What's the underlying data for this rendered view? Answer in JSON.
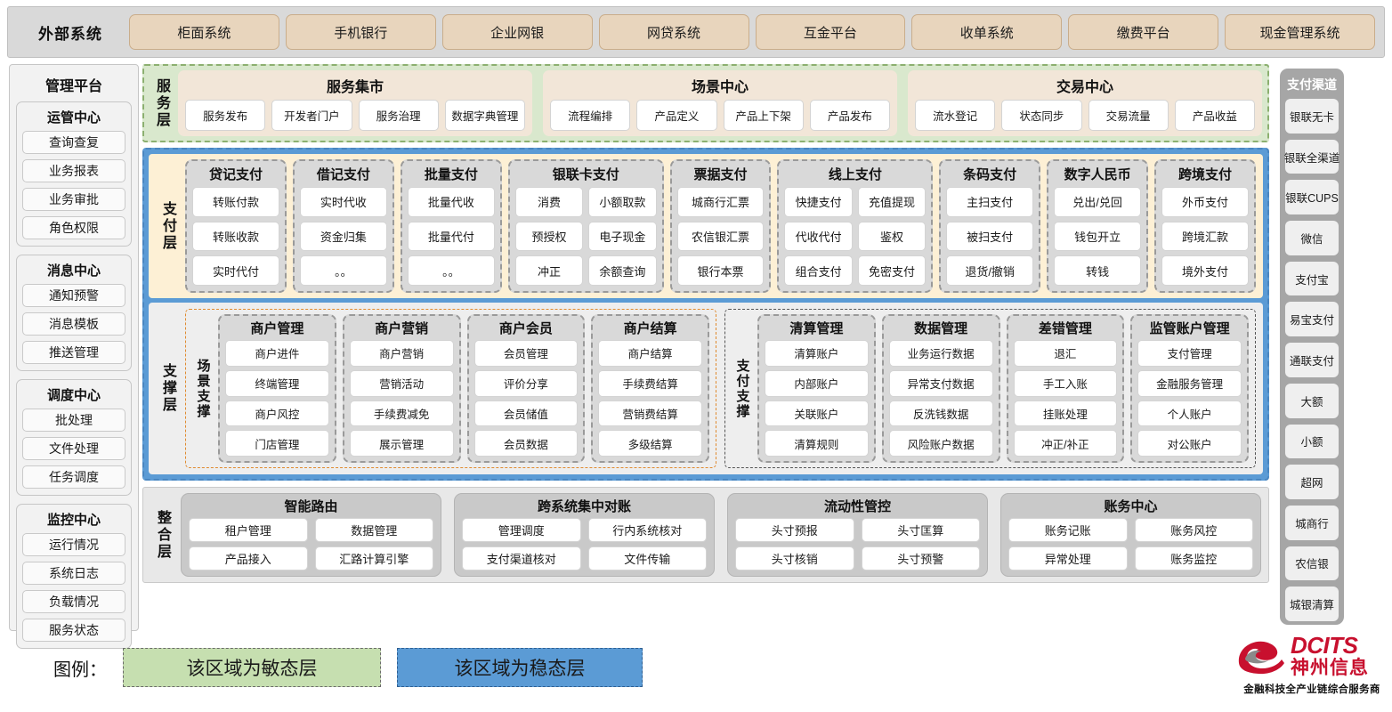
{
  "external": {
    "title": "外部系统",
    "items": [
      "柜面系统",
      "手机银行",
      "企业网银",
      "网贷系统",
      "互金平台",
      "收单系统",
      "缴费平台",
      "现金管理系统"
    ]
  },
  "management": {
    "title": "管理平台",
    "groups": [
      {
        "title": "运管中心",
        "items": [
          "查询查复",
          "业务报表",
          "业务审批",
          "角色权限"
        ]
      },
      {
        "title": "消息中心",
        "items": [
          "通知预警",
          "消息模板",
          "推送管理"
        ]
      },
      {
        "title": "调度中心",
        "items": [
          "批处理",
          "文件处理",
          "任务调度"
        ]
      },
      {
        "title": "监控中心",
        "items": [
          "运行情况",
          "系统日志",
          "负载情况",
          "服务状态"
        ]
      }
    ]
  },
  "service_layer": {
    "label": "服务层",
    "groups": [
      {
        "title": "服务集市",
        "items": [
          "服务发布",
          "开发者门户",
          "服务治理",
          "数据字典管理"
        ]
      },
      {
        "title": "场景中心",
        "items": [
          "流程编排",
          "产品定义",
          "产品上下架",
          "产品发布"
        ]
      },
      {
        "title": "交易中心",
        "items": [
          "流水登记",
          "状态同步",
          "交易流量",
          "产品收益"
        ]
      }
    ]
  },
  "payment_layer": {
    "label": "支付层",
    "groups": [
      {
        "title": "贷记支付",
        "cols": 1,
        "rows": [
          [
            "转账付款"
          ],
          [
            "转账收款"
          ],
          [
            "实时代付"
          ]
        ]
      },
      {
        "title": "借记支付",
        "cols": 1,
        "rows": [
          [
            "实时代收"
          ],
          [
            "资金归集"
          ],
          [
            "。。"
          ]
        ]
      },
      {
        "title": "批量支付",
        "cols": 1,
        "rows": [
          [
            "批量代收"
          ],
          [
            "批量代付"
          ],
          [
            "。。"
          ]
        ]
      },
      {
        "title": "银联卡支付",
        "cols": 2,
        "rows": [
          [
            "消费",
            "小额取款"
          ],
          [
            "预授权",
            "电子现金"
          ],
          [
            "冲正",
            "余额查询"
          ]
        ]
      },
      {
        "title": "票据支付",
        "cols": 1,
        "rows": [
          [
            "城商行汇票"
          ],
          [
            "农信银汇票"
          ],
          [
            "银行本票"
          ]
        ]
      },
      {
        "title": "线上支付",
        "cols": 2,
        "rows": [
          [
            "快捷支付",
            "充值提现"
          ],
          [
            "代收代付",
            "鉴权"
          ],
          [
            "组合支付",
            "免密支付"
          ]
        ]
      },
      {
        "title": "条码支付",
        "cols": 1,
        "rows": [
          [
            "主扫支付"
          ],
          [
            "被扫支付"
          ],
          [
            "退货/撤销"
          ]
        ]
      },
      {
        "title": "数字人民币",
        "cols": 1,
        "rows": [
          [
            "兑出/兑回"
          ],
          [
            "钱包开立"
          ],
          [
            "转钱"
          ]
        ]
      },
      {
        "title": "跨境支付",
        "cols": 1,
        "rows": [
          [
            "外币支付"
          ],
          [
            "跨境汇款"
          ],
          [
            "境外支付"
          ]
        ]
      }
    ]
  },
  "support_layer": {
    "label": "支撑层",
    "zones": [
      {
        "label": "场景支撑",
        "columns": [
          {
            "title": "商户管理",
            "items": [
              "商户进件",
              "终端管理",
              "商户风控",
              "门店管理"
            ]
          },
          {
            "title": "商户营销",
            "items": [
              "商户营销",
              "营销活动",
              "手续费减免",
              "展示管理"
            ]
          },
          {
            "title": "商户会员",
            "items": [
              "会员管理",
              "评价分享",
              "会员储值",
              "会员数据"
            ]
          },
          {
            "title": "商户结算",
            "items": [
              "商户结算",
              "手续费结算",
              "营销费结算",
              "多级结算"
            ]
          }
        ]
      },
      {
        "label": "支付支撑",
        "columns": [
          {
            "title": "清算管理",
            "items": [
              "清算账户",
              "内部账户",
              "关联账户",
              "清算规则"
            ]
          },
          {
            "title": "数据管理",
            "items": [
              "业务运行数据",
              "异常支付数据",
              "反洗钱数据",
              "风险账户数据"
            ]
          },
          {
            "title": "差错管理",
            "items": [
              "退汇",
              "手工入账",
              "挂账处理",
              "冲正/补正"
            ]
          },
          {
            "title": "监管账户管理",
            "items": [
              "支付管理",
              "金融服务管理",
              "个人账户",
              "对公账户"
            ]
          }
        ]
      }
    ]
  },
  "integration_layer": {
    "label": "整合层",
    "groups": [
      {
        "title": "智能路由",
        "rows": [
          [
            "租户管理",
            "数据管理"
          ],
          [
            "产品接入",
            "汇路计算引擎"
          ]
        ]
      },
      {
        "title": "跨系统集中对账",
        "rows": [
          [
            "管理调度",
            "行内系统核对"
          ],
          [
            "支付渠道核对",
            "文件传输"
          ]
        ]
      },
      {
        "title": "流动性管控",
        "rows": [
          [
            "头寸预报",
            "头寸匡算"
          ],
          [
            "头寸核销",
            "头寸预警"
          ]
        ]
      },
      {
        "title": "账务中心",
        "rows": [
          [
            "账务记账",
            "账务风控"
          ],
          [
            "异常处理",
            "账务监控"
          ]
        ]
      }
    ]
  },
  "channels": {
    "title": "支付渠道",
    "items": [
      "银联无卡",
      "银联全渠道",
      "银联CUPS",
      "微信",
      "支付宝",
      "易宝支付",
      "通联支付",
      "大额",
      "小额",
      "超网",
      "城商行",
      "农信银",
      "城银清算"
    ]
  },
  "legend": {
    "label": "图例：",
    "agile": "该区域为敏态层",
    "stable": "该区域为稳态层"
  },
  "logo": {
    "en": "DCITS",
    "cn": "神州信息",
    "tagline": "金融科技全产业链综合服务商"
  },
  "colors": {
    "agile_green": "#d9e8cd",
    "stable_blue": "#5b9bd5",
    "payment_cream": "#fdf0d5",
    "external_tan": "#e8d5bd",
    "brand_red": "#c8102e"
  }
}
